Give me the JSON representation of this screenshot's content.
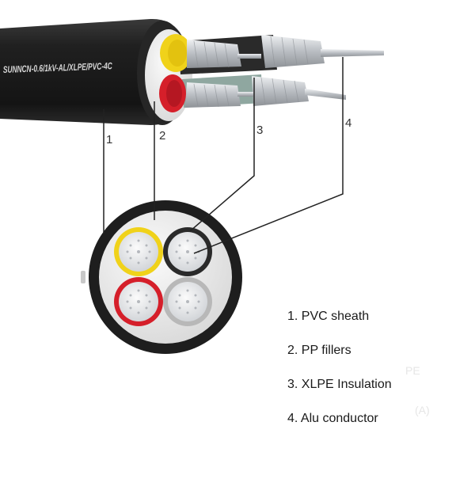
{
  "cable_print": "SUNNCN-0.6/1kV-AL/XLPE/PVC-4C",
  "callouts": [
    "1",
    "2",
    "3",
    "4"
  ],
  "legend": {
    "items": [
      "1. PVC sheath",
      "2. PP fillers",
      "3. XLPE Insulation",
      "4. Alu conductor"
    ]
  },
  "faded_text": [
    "PE",
    "(A)"
  ],
  "colors": {
    "sheath": "#1c1c1c",
    "filler": "#eeeeee",
    "insulation_yellow": "#f0d21a",
    "insulation_red": "#d51f2a",
    "insulation_grey": "#b8b8b8",
    "insulation_black": "#2a2a2a",
    "conductor": "#c9ccd0",
    "leader_line": "#222222"
  }
}
